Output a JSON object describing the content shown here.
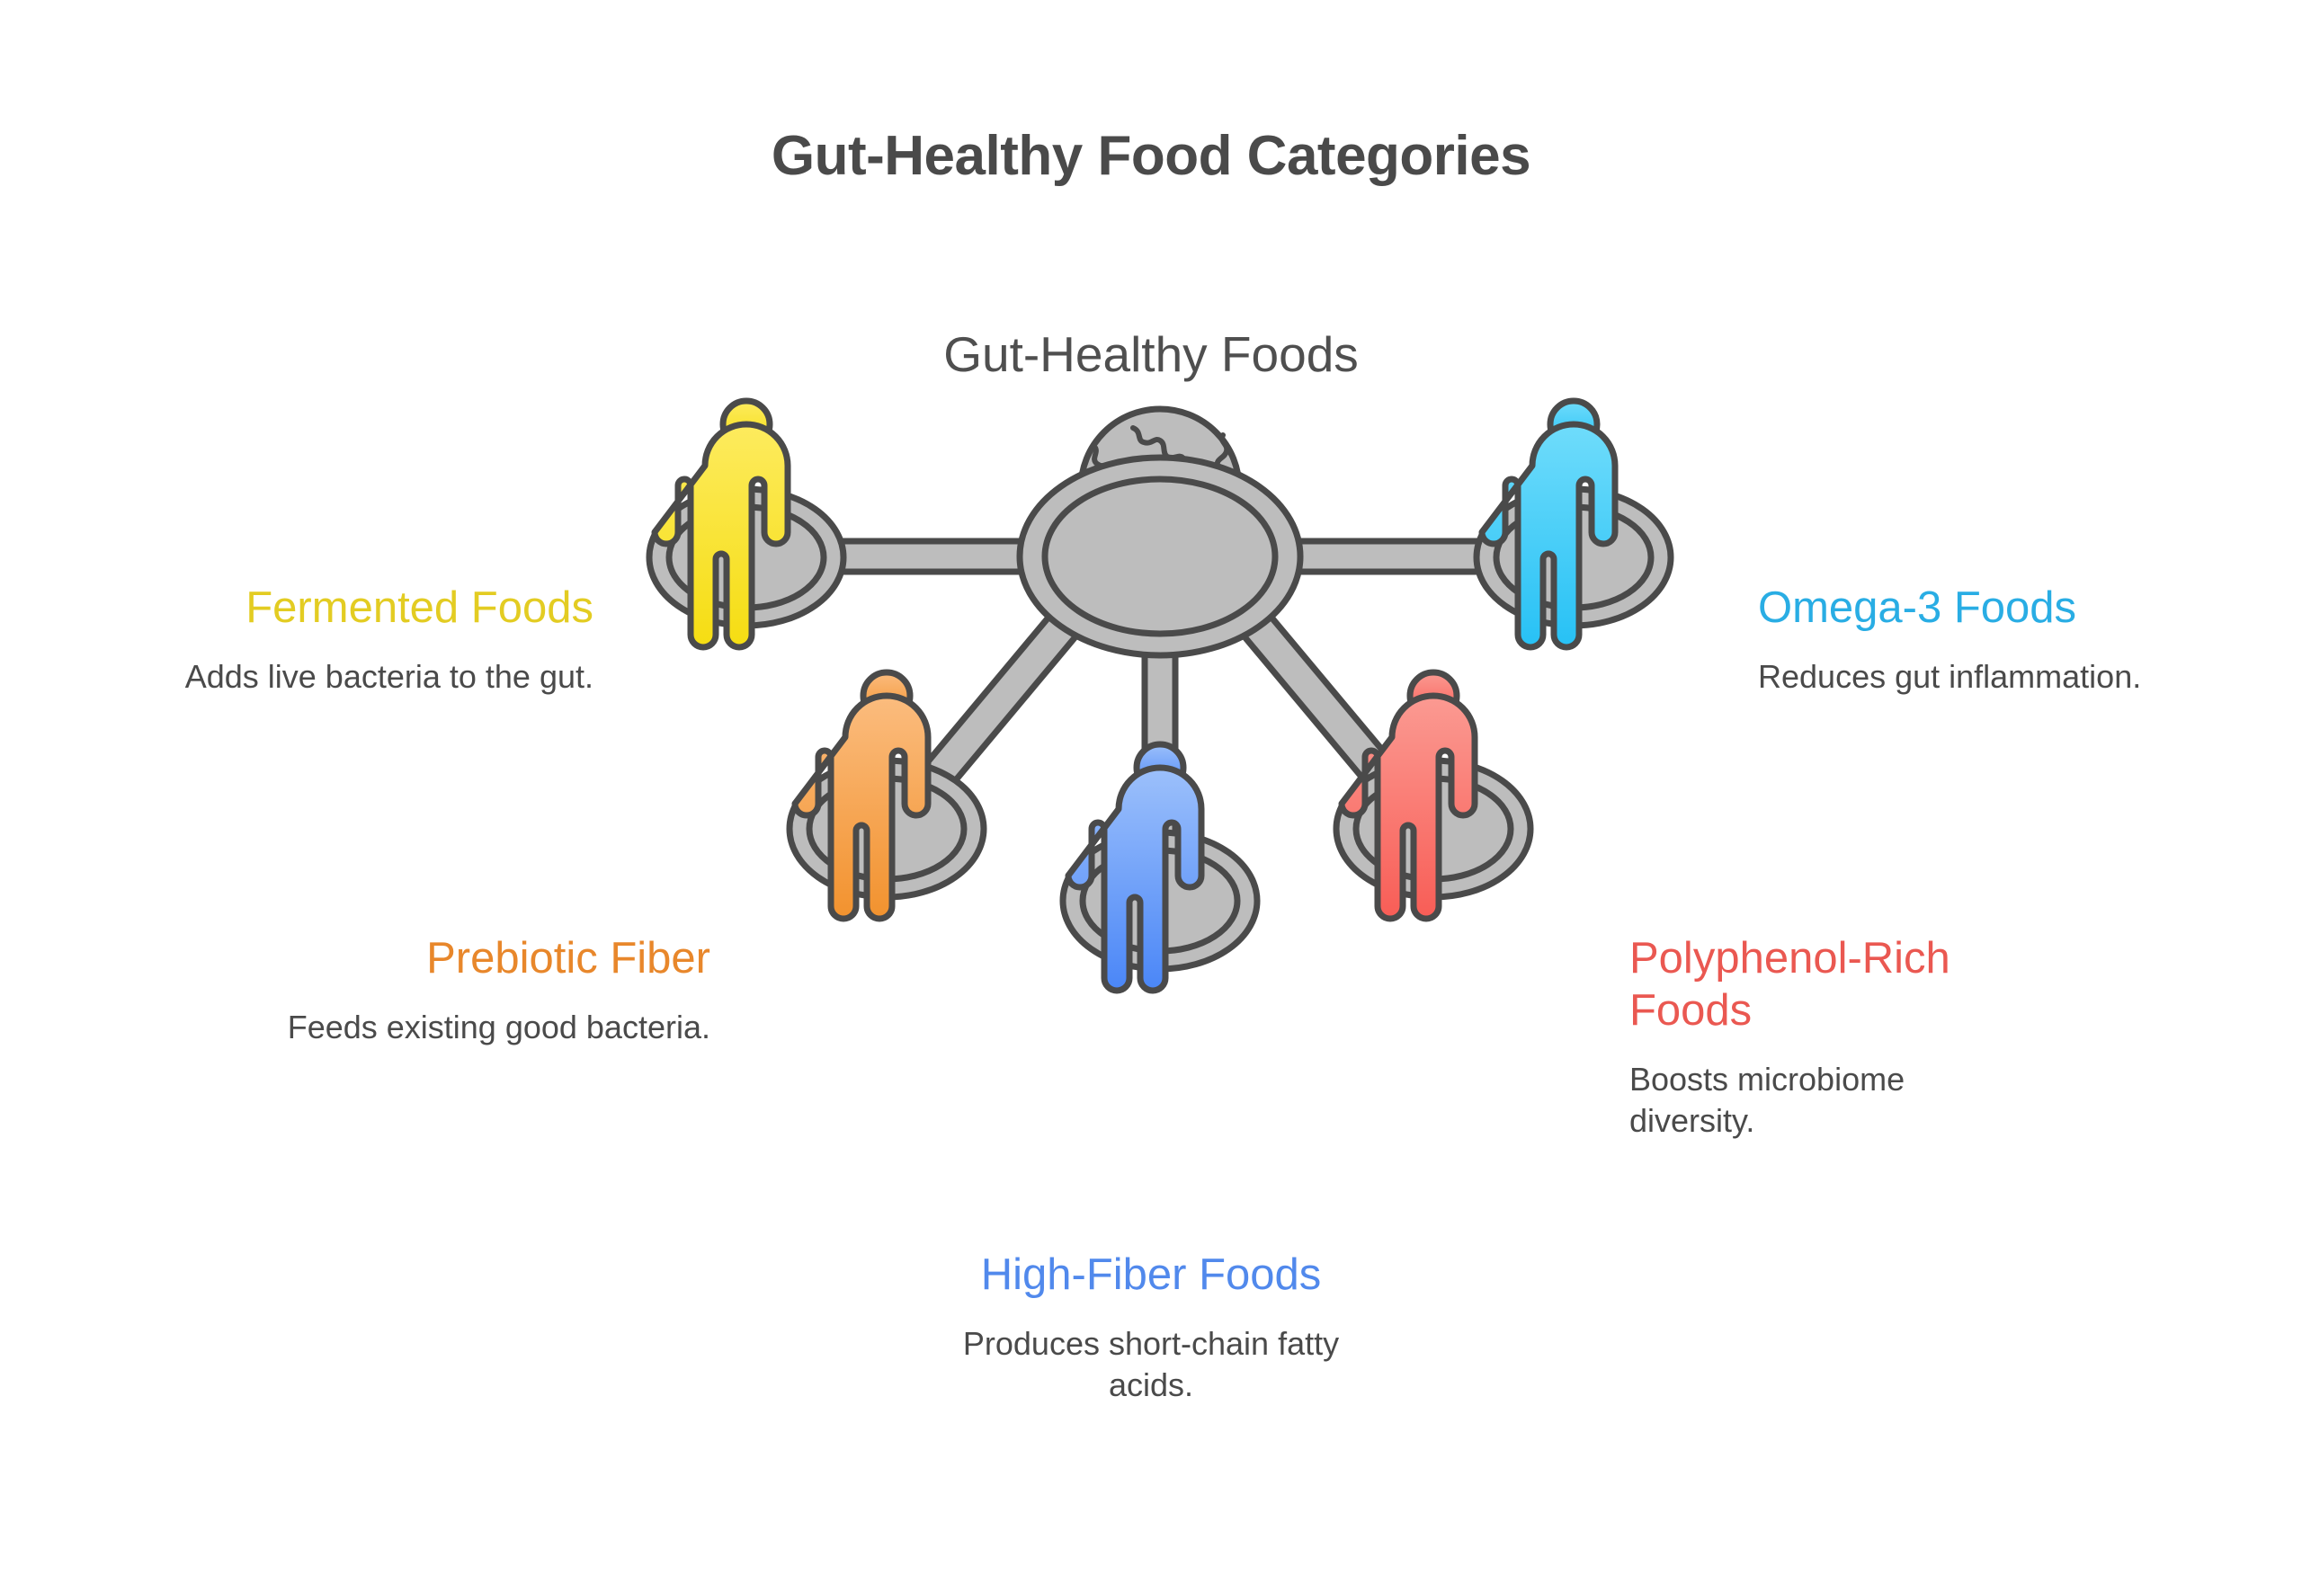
{
  "page": {
    "title": "Gut-Healthy Food Categories",
    "background_color": "#ffffff"
  },
  "diagram": {
    "type": "hub-and-spoke",
    "center": {
      "label": "Gut-Healthy Foods",
      "icon": "globe-icon",
      "label_color": "#4f4f4f",
      "hub_fill": "#bdbdbd",
      "stroke_color": "#4a4a4a"
    },
    "nodes": [
      {
        "id": "fermented",
        "title": "Fermented Foods",
        "description": "Adds live bacteria to the gut.",
        "color": "#e3cc22",
        "figure_color_top": "#fdeb5e",
        "figure_color_bottom": "#f5dd12",
        "position": "left-upper",
        "text_align": "right"
      },
      {
        "id": "prebiotic",
        "title": "Prebiotic Fiber",
        "description": "Feeds existing good bacteria.",
        "color": "#e8872b",
        "figure_color_top": "#fbbc7e",
        "figure_color_bottom": "#f2922e",
        "position": "left-lower",
        "text_align": "right"
      },
      {
        "id": "highfiber",
        "title": "High-Fiber Foods",
        "description": "Produces short-chain fatty acids.",
        "color": "#5189ec",
        "figure_color_top": "#9cc0fb",
        "figure_color_bottom": "#4a86f7",
        "position": "bottom-center",
        "text_align": "center"
      },
      {
        "id": "polyphenol",
        "title": "Polyphenol-Rich Foods",
        "description": "Boosts microbiome diversity.",
        "color": "#ea5851",
        "figure_color_top": "#fb9a92",
        "figure_color_bottom": "#f85d56",
        "position": "right-lower",
        "text_align": "left"
      },
      {
        "id": "omega3",
        "title": "Omega-3 Foods",
        "description": "Reduces gut inflammation.",
        "color": "#29ade4",
        "figure_color_top": "#6fdcfb",
        "figure_color_bottom": "#27c1f5",
        "position": "right-upper",
        "text_align": "left"
      }
    ]
  }
}
